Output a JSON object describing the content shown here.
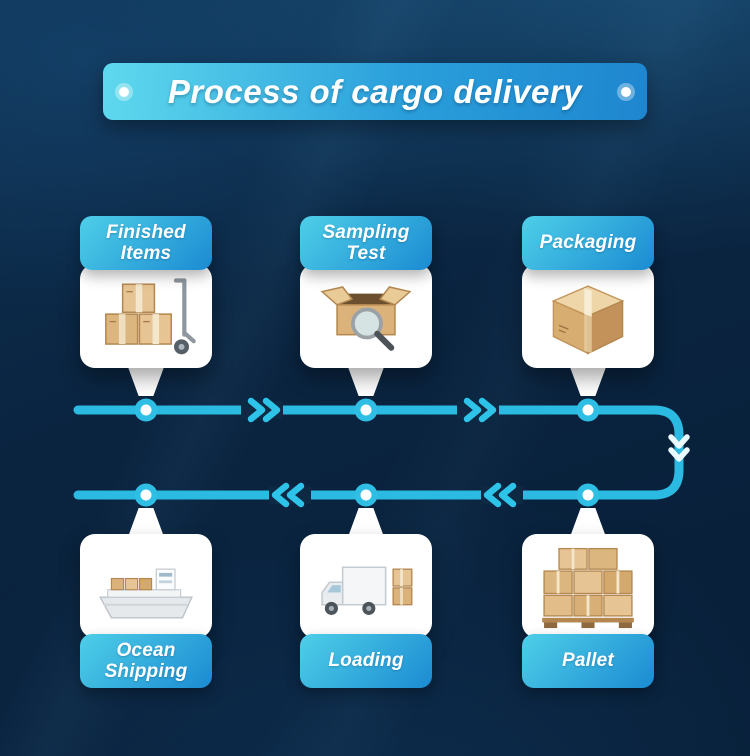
{
  "title": {
    "text": "Process of cargo delivery"
  },
  "steps": [
    {
      "id": "finished-items",
      "label": "Finished\nItems",
      "icon": "stacked-boxes-handtruck-icon",
      "row": "top"
    },
    {
      "id": "sampling-test",
      "label": "Sampling\nTest",
      "icon": "open-box-magnifier-icon",
      "row": "top"
    },
    {
      "id": "packaging",
      "label": "Packaging",
      "icon": "sealed-box-icon",
      "row": "top"
    },
    {
      "id": "pallet",
      "label": "Pallet",
      "icon": "pallet-boxes-icon",
      "row": "bottom"
    },
    {
      "id": "loading",
      "label": "Loading",
      "icon": "truck-loading-icon",
      "row": "bottom"
    },
    {
      "id": "ocean-shipping",
      "label": "Ocean\nShipping",
      "icon": "cargo-ship-icon",
      "row": "bottom"
    }
  ],
  "flow": {
    "top_row_direction": "left-to-right",
    "bottom_row_direction": "right-to-left",
    "arrows": [
      "chevron-right-icon",
      "chevron-right-icon",
      "chevron-down-icon",
      "chevron-left-icon",
      "chevron-left-icon"
    ]
  },
  "colors": {
    "background": "#0b2740",
    "accent_line": "#2bbae2",
    "badge_gradient_start": "#4ecfe8",
    "badge_gradient_end": "#1b8bd2",
    "card": "#ffffff",
    "title_text": "#ffffff"
  }
}
